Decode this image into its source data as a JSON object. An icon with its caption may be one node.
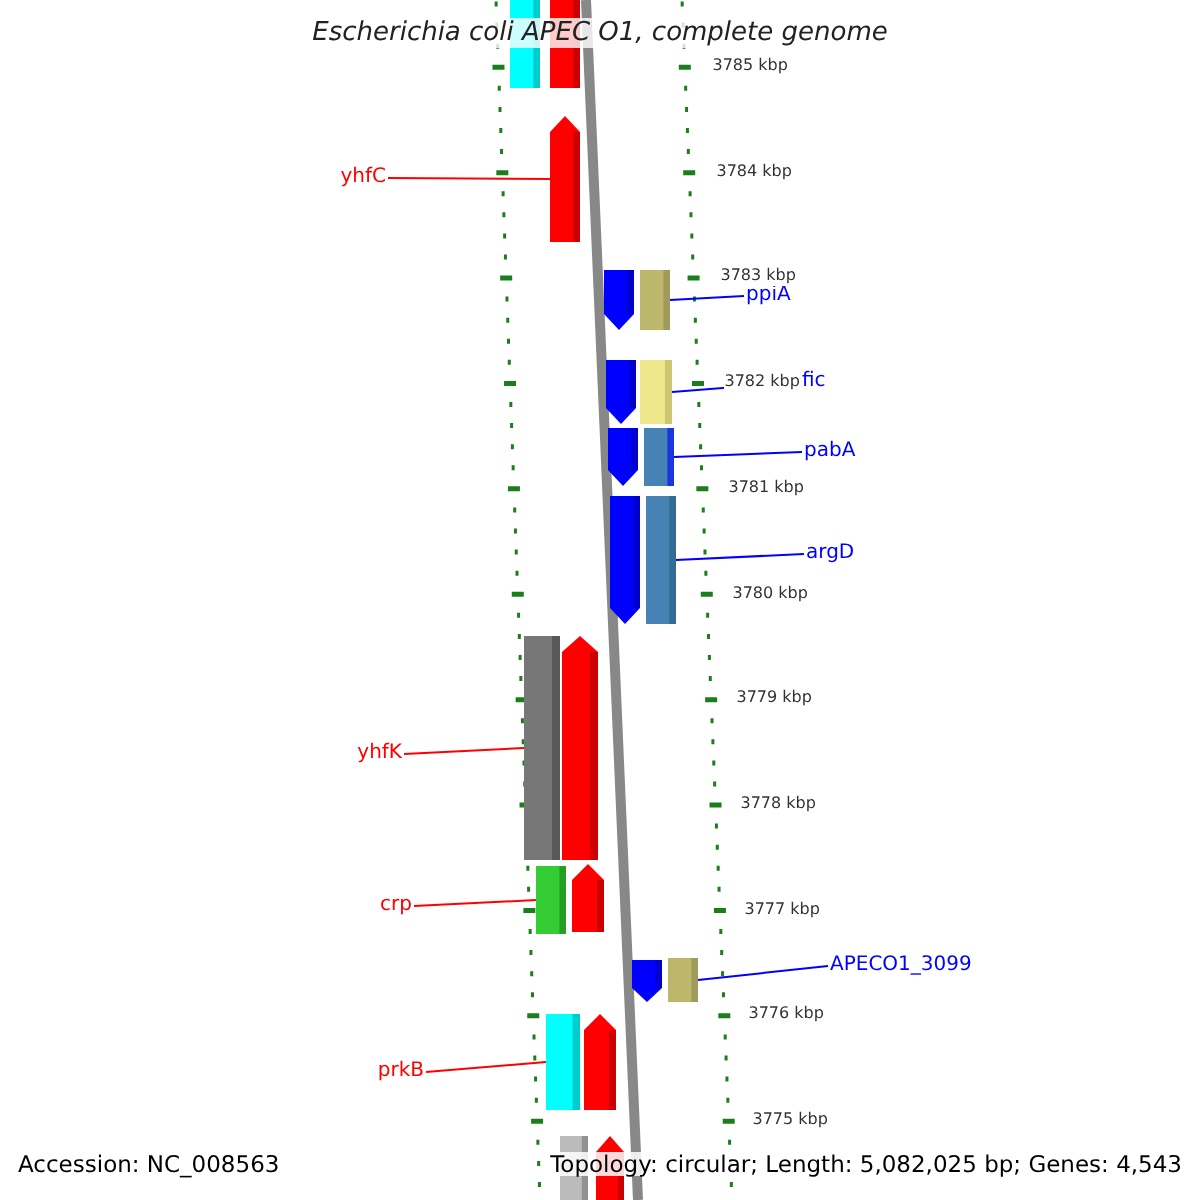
{
  "diagram": {
    "title": "Escherichia coli APEC O1, complete genome",
    "nodes": [
      {
        "text": [],
        "shape": "bar"
      },
      {
        "text": [],
        "shape": "bar"
      },
      {
        "text": [
          "yhfC"
        ]
      },
      {
        "text": [],
        "shape": "bar"
      },
      {
        "text": [],
        "shape": "bar"
      },
      {
        "text": [],
        "shape": "bar"
      },
      {
        "text": [
          "ppiA"
        ]
      },
      {
        "text": [],
        "shape": "bar"
      },
      {
        "text": [],
        "shape": "bar"
      },
      {
        "text": [
          "fic"
        ]
      },
      {
        "text": [],
        "shape": "bar"
      },
      {
        "text": [],
        "shape": "bar"
      },
      {
        "text": [
          "pabA"
        ]
      },
      {
        "text": [],
        "shape": "bar"
      },
      {
        "text": [],
        "shape": "bar"
      },
      {
        "text": [
          "argD"
        ]
      },
      {
        "text": [
          "yhfK"
        ]
      },
      {
        "text": [],
        "shape": "bar"
      },
      {
        "text": [],
        "shape": "bar"
      },
      {
        "text": [
          "crp"
        ]
      },
      {
        "text": [],
        "shape": "bar"
      },
      {
        "text": [],
        "shape": "bar"
      },
      {
        "text": [
          "APECO1_3099"
        ]
      },
      {
        "text": [],
        "shape": "bar"
      },
      {
        "text": [],
        "shape": "bar"
      },
      {
        "text": [
          "prkB"
        ]
      },
      {
        "text": [],
        "shape": "bar"
      },
      {
        "text": [],
        "shape": "bar"
      },
      {
        "text": [],
        "shape": "bar"
      },
      {
        "text": [],
        "shape": "bar"
      }
    ],
    "edges": [
      {
        "from": 2,
        "to": 3,
        "arrow": "none",
        "color": "#ff0000"
      },
      {
        "from": 6,
        "to": 5,
        "arrow": "none"
      },
      {
        "from": 9,
        "to": 8,
        "arrow": "none"
      },
      {
        "from": 12,
        "to": 11,
        "arrow": "none"
      },
      {
        "from": 15,
        "to": 14,
        "arrow": "none"
      },
      {
        "from": 16,
        "to": 17,
        "arrow": "none",
        "color": "#ff0000"
      },
      {
        "from": 19,
        "to": 20,
        "arrow": "none",
        "color": "#ff0000"
      },
      {
        "from": 22,
        "to": 24,
        "arrow": "none"
      },
      {
        "from": 25,
        "to": 26,
        "arrow": "none",
        "color": "#ff0000"
      }
    ],
    "labels": [
      "3785 kbp",
      "3784 kbp",
      "3783 kbp",
      "3782 kbp",
      "3781 kbp",
      "3780 kbp",
      "3779 kbp",
      "3778 kbp",
      "3777 kbp",
      "3776 kbp",
      "3775 kbp",
      "Accession: NC_008563",
      "Topology: circular; Length: 5,082,025 bp; Genes: 4,543"
    ]
  }
}
